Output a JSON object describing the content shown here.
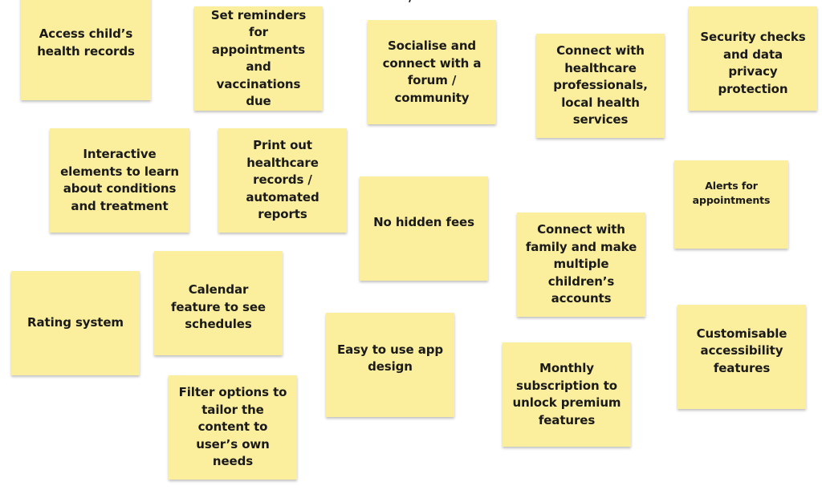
{
  "board": {
    "top_fragment": "/",
    "notes": [
      {
        "id": "access-health-records",
        "text": "Access child’s health records"
      },
      {
        "id": "set-reminders",
        "text": "Set reminders for appointments and vaccinations due"
      },
      {
        "id": "socialise-forum",
        "text": "Socialise and connect with a forum / community"
      },
      {
        "id": "connect-healthcare",
        "text": "Connect with healthcare professionals, local health services"
      },
      {
        "id": "security-privacy",
        "text": "Security checks and data privacy protection"
      },
      {
        "id": "interactive-elements",
        "text": "Interactive elements to learn about conditions and treatment"
      },
      {
        "id": "print-records",
        "text": "Print out healthcare records / automated reports"
      },
      {
        "id": "no-hidden-fees",
        "text": "No hidden fees"
      },
      {
        "id": "alerts-appointments",
        "text": "Alerts for appointments"
      },
      {
        "id": "connect-family",
        "text": "Connect with family and make multiple children’s accounts"
      },
      {
        "id": "rating-system",
        "text": "Rating system"
      },
      {
        "id": "calendar-feature",
        "text": "Calendar feature to see schedules"
      },
      {
        "id": "easy-app-design",
        "text": "Easy to use app design"
      },
      {
        "id": "monthly-subscription",
        "text": "Monthly subscription to unlock premium features"
      },
      {
        "id": "customisable-accessibility",
        "text": "Customisable accessibility features"
      },
      {
        "id": "filter-options",
        "text": "Filter options to tailor the content to user’s own needs"
      }
    ]
  }
}
